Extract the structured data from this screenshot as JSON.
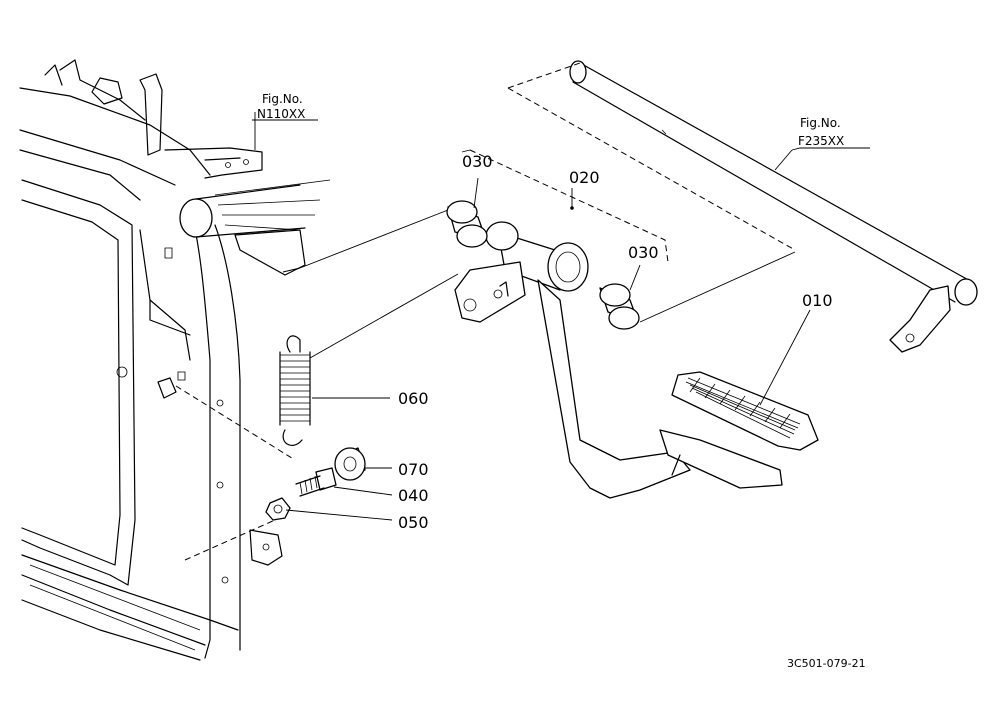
{
  "figure": {
    "drawing_code": "3C501-079-21",
    "references": [
      {
        "label": "Fig.No.",
        "number": "N110XX"
      },
      {
        "label": "Fig.No.",
        "number": "F235XX"
      }
    ],
    "parts": [
      {
        "number": "010"
      },
      {
        "number": "020"
      },
      {
        "number": "030"
      },
      {
        "number": "030"
      },
      {
        "number": "040"
      },
      {
        "number": "050"
      },
      {
        "number": "060"
      },
      {
        "number": "070"
      }
    ]
  }
}
